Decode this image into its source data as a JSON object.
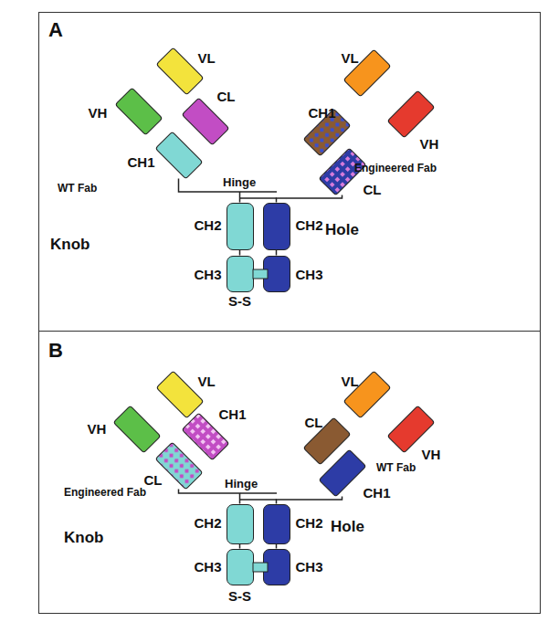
{
  "diagram": {
    "nodes": [
      {
        "text": [
          "A"
        ]
      },
      {
        "text": [
          "VL"
        ],
        "in": 0
      },
      {
        "text": [
          "VH"
        ],
        "in": 0
      },
      {
        "text": [
          "CL"
        ],
        "in": 0
      },
      {
        "text": [
          "CH1"
        ],
        "in": 0
      },
      {
        "text": [
          "VL"
        ],
        "in": 0
      },
      {
        "text": [
          "VH"
        ],
        "in": 0
      },
      {
        "text": [
          "CH1"
        ],
        "in": 0
      },
      {
        "text": [
          "CL"
        ],
        "in": 0
      },
      {
        "text": [
          "CH2"
        ],
        "in": 0
      },
      {
        "text": [
          "CH3"
        ],
        "in": 0
      },
      {
        "text": [
          "CH2"
        ],
        "in": 0
      },
      {
        "text": [
          "CH3"
        ],
        "in": 0
      },
      {
        "text": [
          "B"
        ]
      },
      {
        "text": [
          "VL"
        ],
        "in": 13
      },
      {
        "text": [
          "VH"
        ],
        "in": 13
      },
      {
        "text": [
          "CH1"
        ],
        "in": 13
      },
      {
        "text": [
          "CL"
        ],
        "in": 13
      },
      {
        "text": [
          "VL"
        ],
        "in": 13
      },
      {
        "text": [
          "VH"
        ],
        "in": 13
      },
      {
        "text": [
          "CL"
        ],
        "in": 13
      },
      {
        "text": [
          "CH1"
        ],
        "in": 13
      },
      {
        "text": [
          "CH2"
        ],
        "in": 13
      },
      {
        "text": [
          "CH3"
        ],
        "in": 13
      },
      {
        "text": [
          "CH2"
        ],
        "in": 13
      },
      {
        "text": [
          "CH3"
        ],
        "in": 13
      }
    ],
    "edges": [
      {
        "from": 4,
        "to": 9,
        "arrow": "none"
      },
      {
        "from": 9,
        "to": 10,
        "arrow": "none"
      },
      {
        "from": 8,
        "to": 11,
        "arrow": "none"
      },
      {
        "from": 11,
        "to": 12,
        "arrow": "none"
      },
      {
        "from": 17,
        "to": 22,
        "arrow": "none"
      },
      {
        "from": 22,
        "to": 23,
        "arrow": "none"
      },
      {
        "from": 21,
        "to": 24,
        "arrow": "none"
      },
      {
        "from": 24,
        "to": 25,
        "arrow": "none"
      }
    ],
    "labels": [
      "Hinge",
      "WT Fab",
      "Engineered Fab",
      "Knob",
      "Hole",
      "S-S",
      "Engineered Fab",
      "Hinge",
      "WT Fab",
      "Knob",
      "Hole",
      "S-S"
    ]
  }
}
